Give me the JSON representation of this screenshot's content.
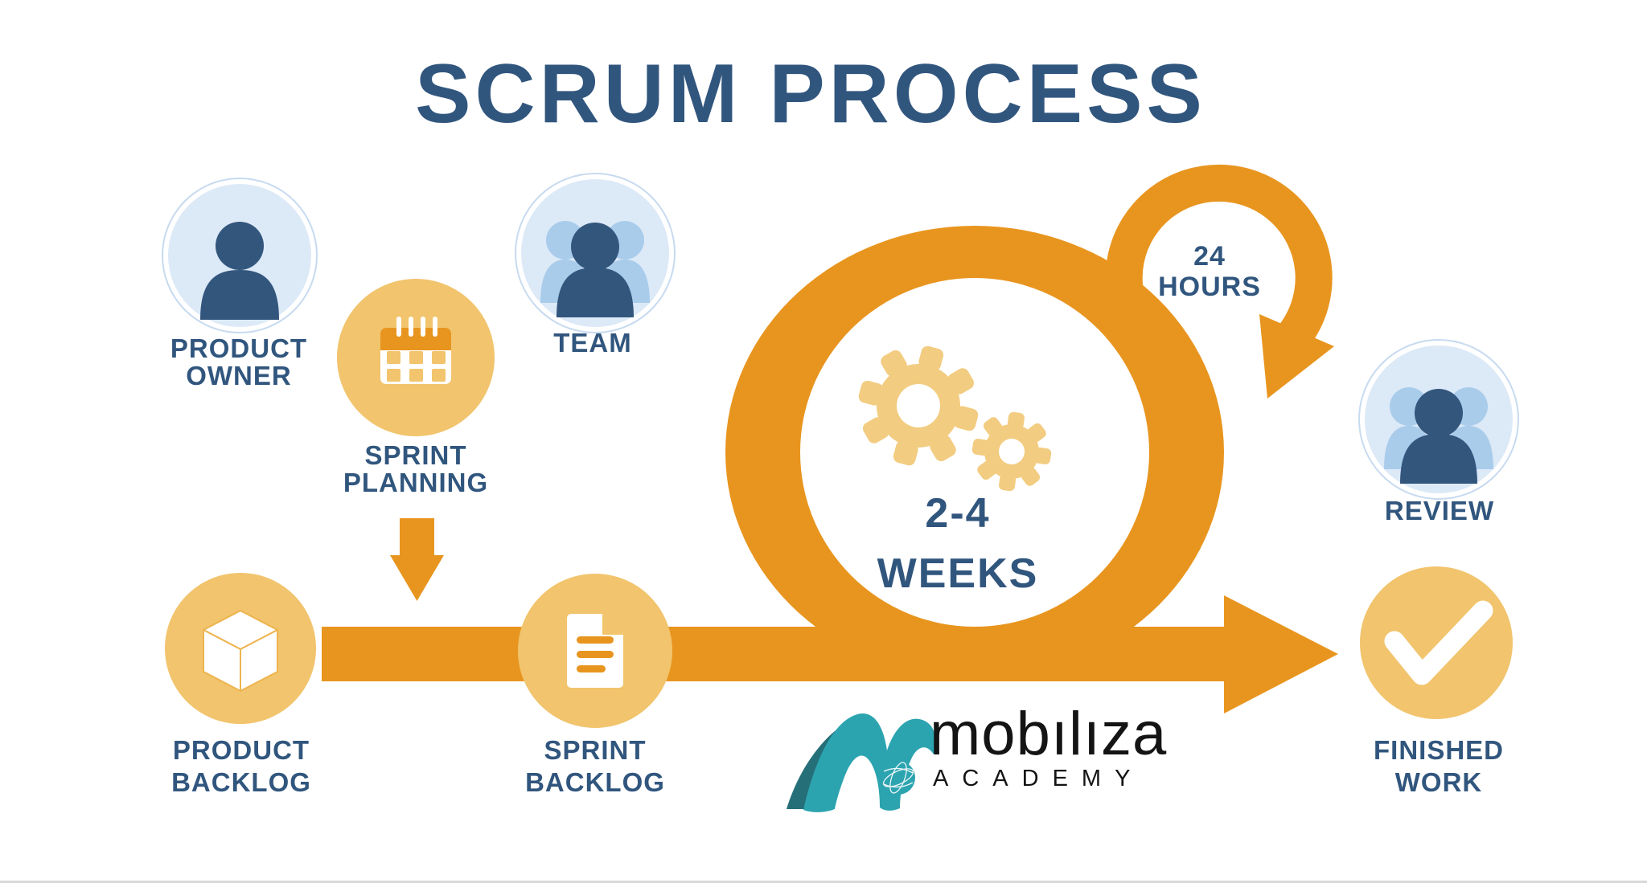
{
  "title": "SCRUM PROCESS",
  "nodes": {
    "product_owner": {
      "label_line1": "PRODUCT",
      "label_line2": "OWNER",
      "icon": "person-icon"
    },
    "sprint_planning": {
      "label_line1": "SPRINT",
      "label_line2": "PLANNING",
      "icon": "calendar-icon"
    },
    "team": {
      "label": "TEAM",
      "icon": "people-icon"
    },
    "review": {
      "label": "REVIEW",
      "icon": "people-icon"
    },
    "product_backlog": {
      "label_line1": "PRODUCT",
      "label_line2": "BACKLOG",
      "icon": "cube-icon"
    },
    "sprint_backlog": {
      "label_line1": "SPRINT",
      "label_line2": "BACKLOG",
      "icon": "document-icon"
    },
    "finished_work": {
      "label_line1": "FINISHED",
      "label_line2": "WORK",
      "icon": "checkmark-icon"
    }
  },
  "loops": {
    "sprint_loop": {
      "line1": "2-4",
      "line2": "WEEKS",
      "icon": "gears-icon"
    },
    "daily_loop": {
      "line1": "24",
      "line2": "HOURS"
    }
  },
  "logo": {
    "brand": "mobılıza",
    "subtitle": "ACADEMY"
  },
  "colors": {
    "orange": "#E8951F",
    "soft_yellow": "#F1C46D",
    "gear_yellow": "#F2CC80",
    "navy_text": "#31567E",
    "avatar_bg": "#DCE9F7",
    "avatar_ring": "#C7DAF0",
    "person_dark": "#33567D",
    "person_light": "#A9CCEB",
    "logo_teal": "#2CA4B0",
    "logo_teal_dark": "#256F78",
    "logo_text": "#141414"
  }
}
